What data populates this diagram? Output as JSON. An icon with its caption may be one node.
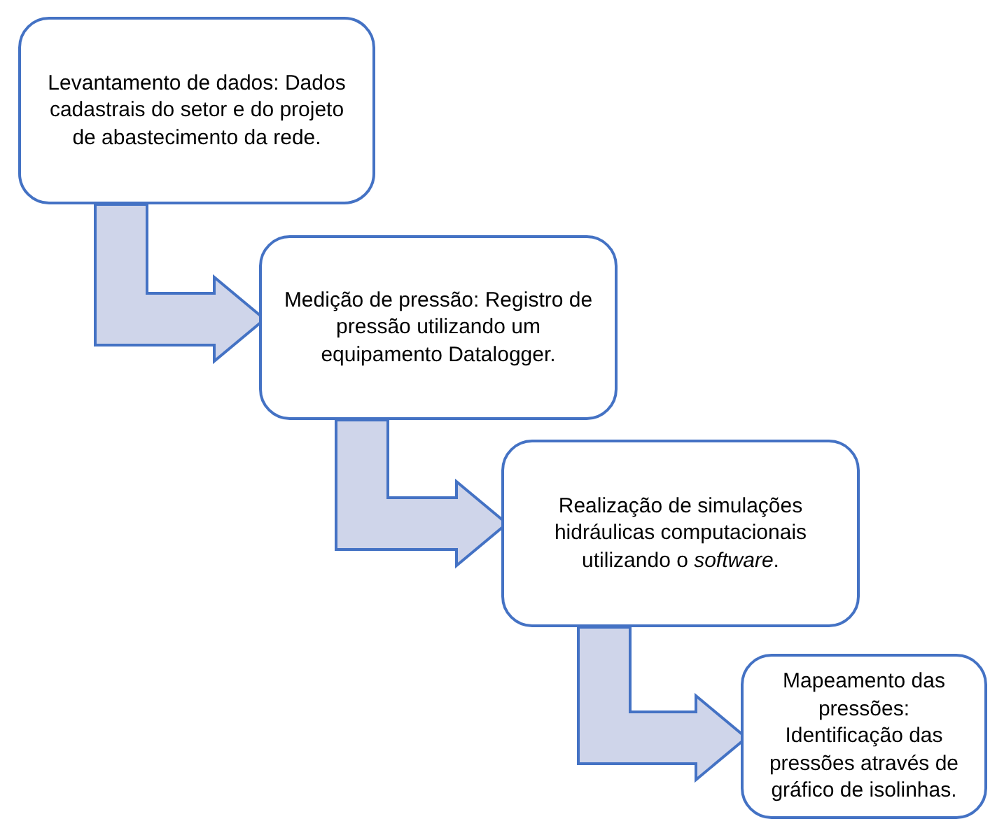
{
  "diagram": {
    "nodes": [
      {
        "text": [
          "Levantamento de dados: Dados cadastrais do setor e do projeto de abastecimento da rede."
        ]
      },
      {
        "text": [
          "Medição de pressão: Registro de pressão utilizando um equipamento Datalogger."
        ]
      },
      {
        "text": [
          "Realização de simulações hidráulicas computacionais utilizando o *software*."
        ]
      },
      {
        "text": [
          "Mapeamento das pressões: Identificação das pressões através de gráfico de isolinhas."
        ]
      }
    ],
    "edges": [
      {
        "from": 0,
        "to": 1,
        "arrow": "to",
        "style": "thick"
      },
      {
        "from": 1,
        "to": 2,
        "arrow": "to",
        "style": "thick"
      },
      {
        "from": 2,
        "to": 3,
        "arrow": "to",
        "style": "thick"
      }
    ]
  }
}
